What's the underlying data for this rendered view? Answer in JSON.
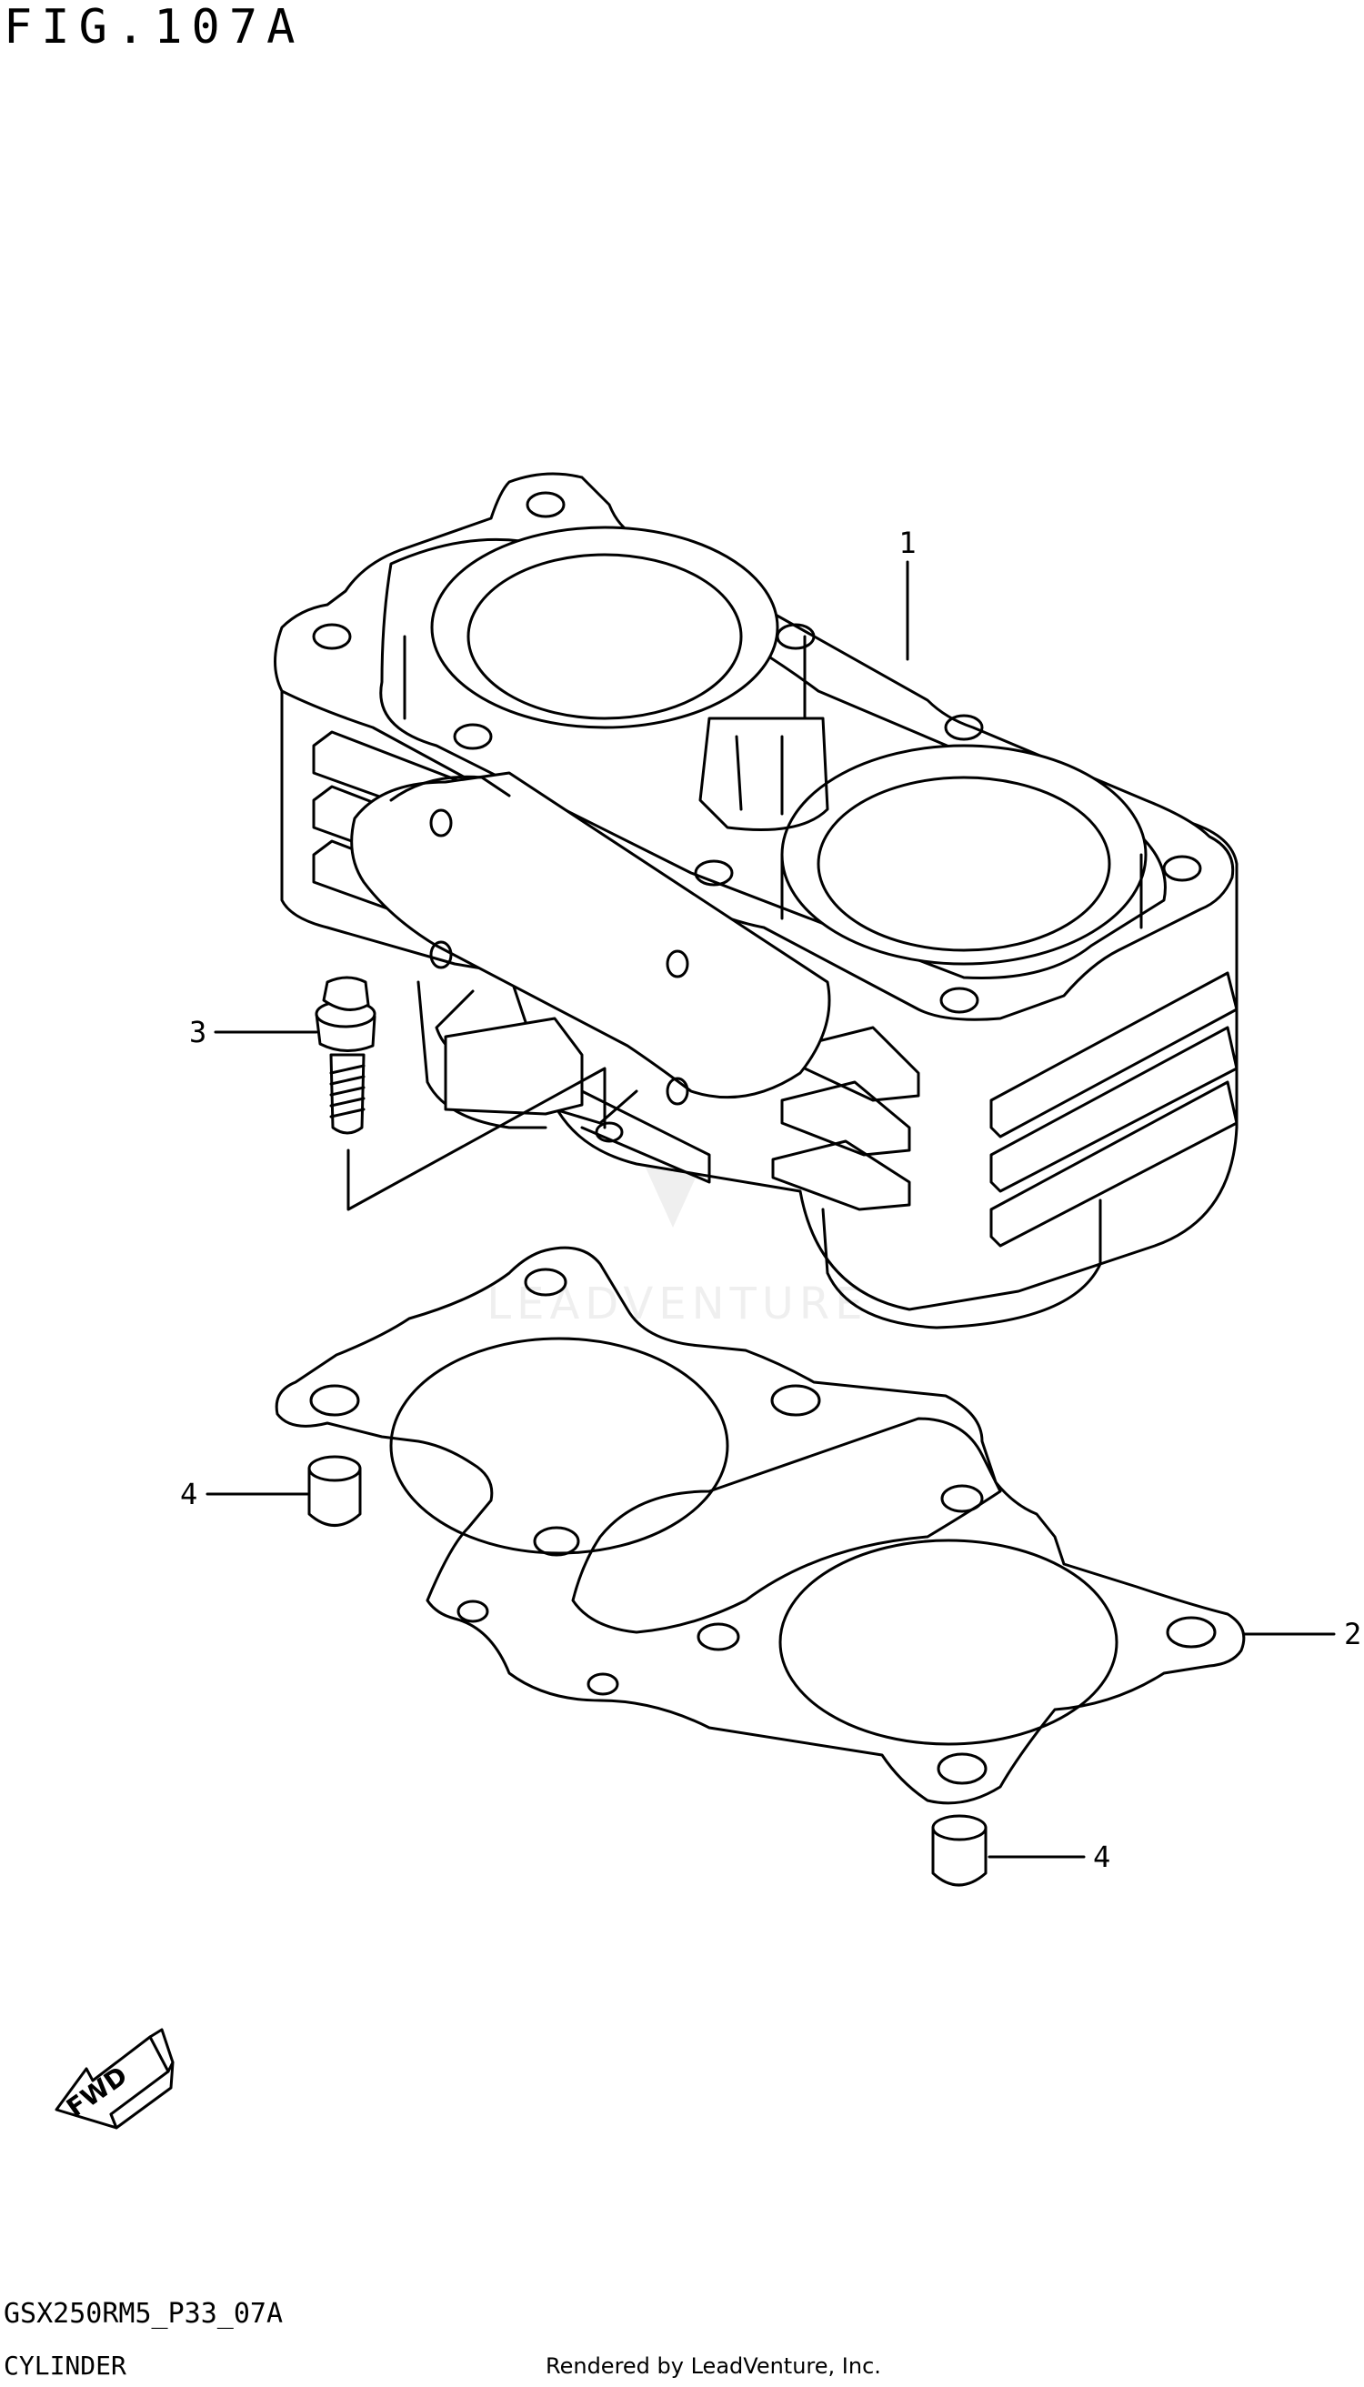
{
  "header": {
    "figure_title": "FIG.107A"
  },
  "callouts": [
    {
      "number": "1",
      "part": "cylinder-block"
    },
    {
      "number": "2",
      "part": "cylinder-base-gasket"
    },
    {
      "number": "3",
      "part": "bolt"
    },
    {
      "number": "4",
      "part": "dowel-pin"
    },
    {
      "number": "4",
      "part": "dowel-pin"
    }
  ],
  "fwd_arrow": {
    "label": "FWD"
  },
  "watermark": {
    "text": "LEADVENTURE"
  },
  "footer": {
    "diagram_code": "GSX250RM5_P33_07A",
    "section_name": "CYLINDER",
    "credit": "Rendered by LeadVenture, Inc."
  },
  "colors": {
    "line": "#000000",
    "background": "#ffffff",
    "watermark": "#e6e6e6"
  }
}
